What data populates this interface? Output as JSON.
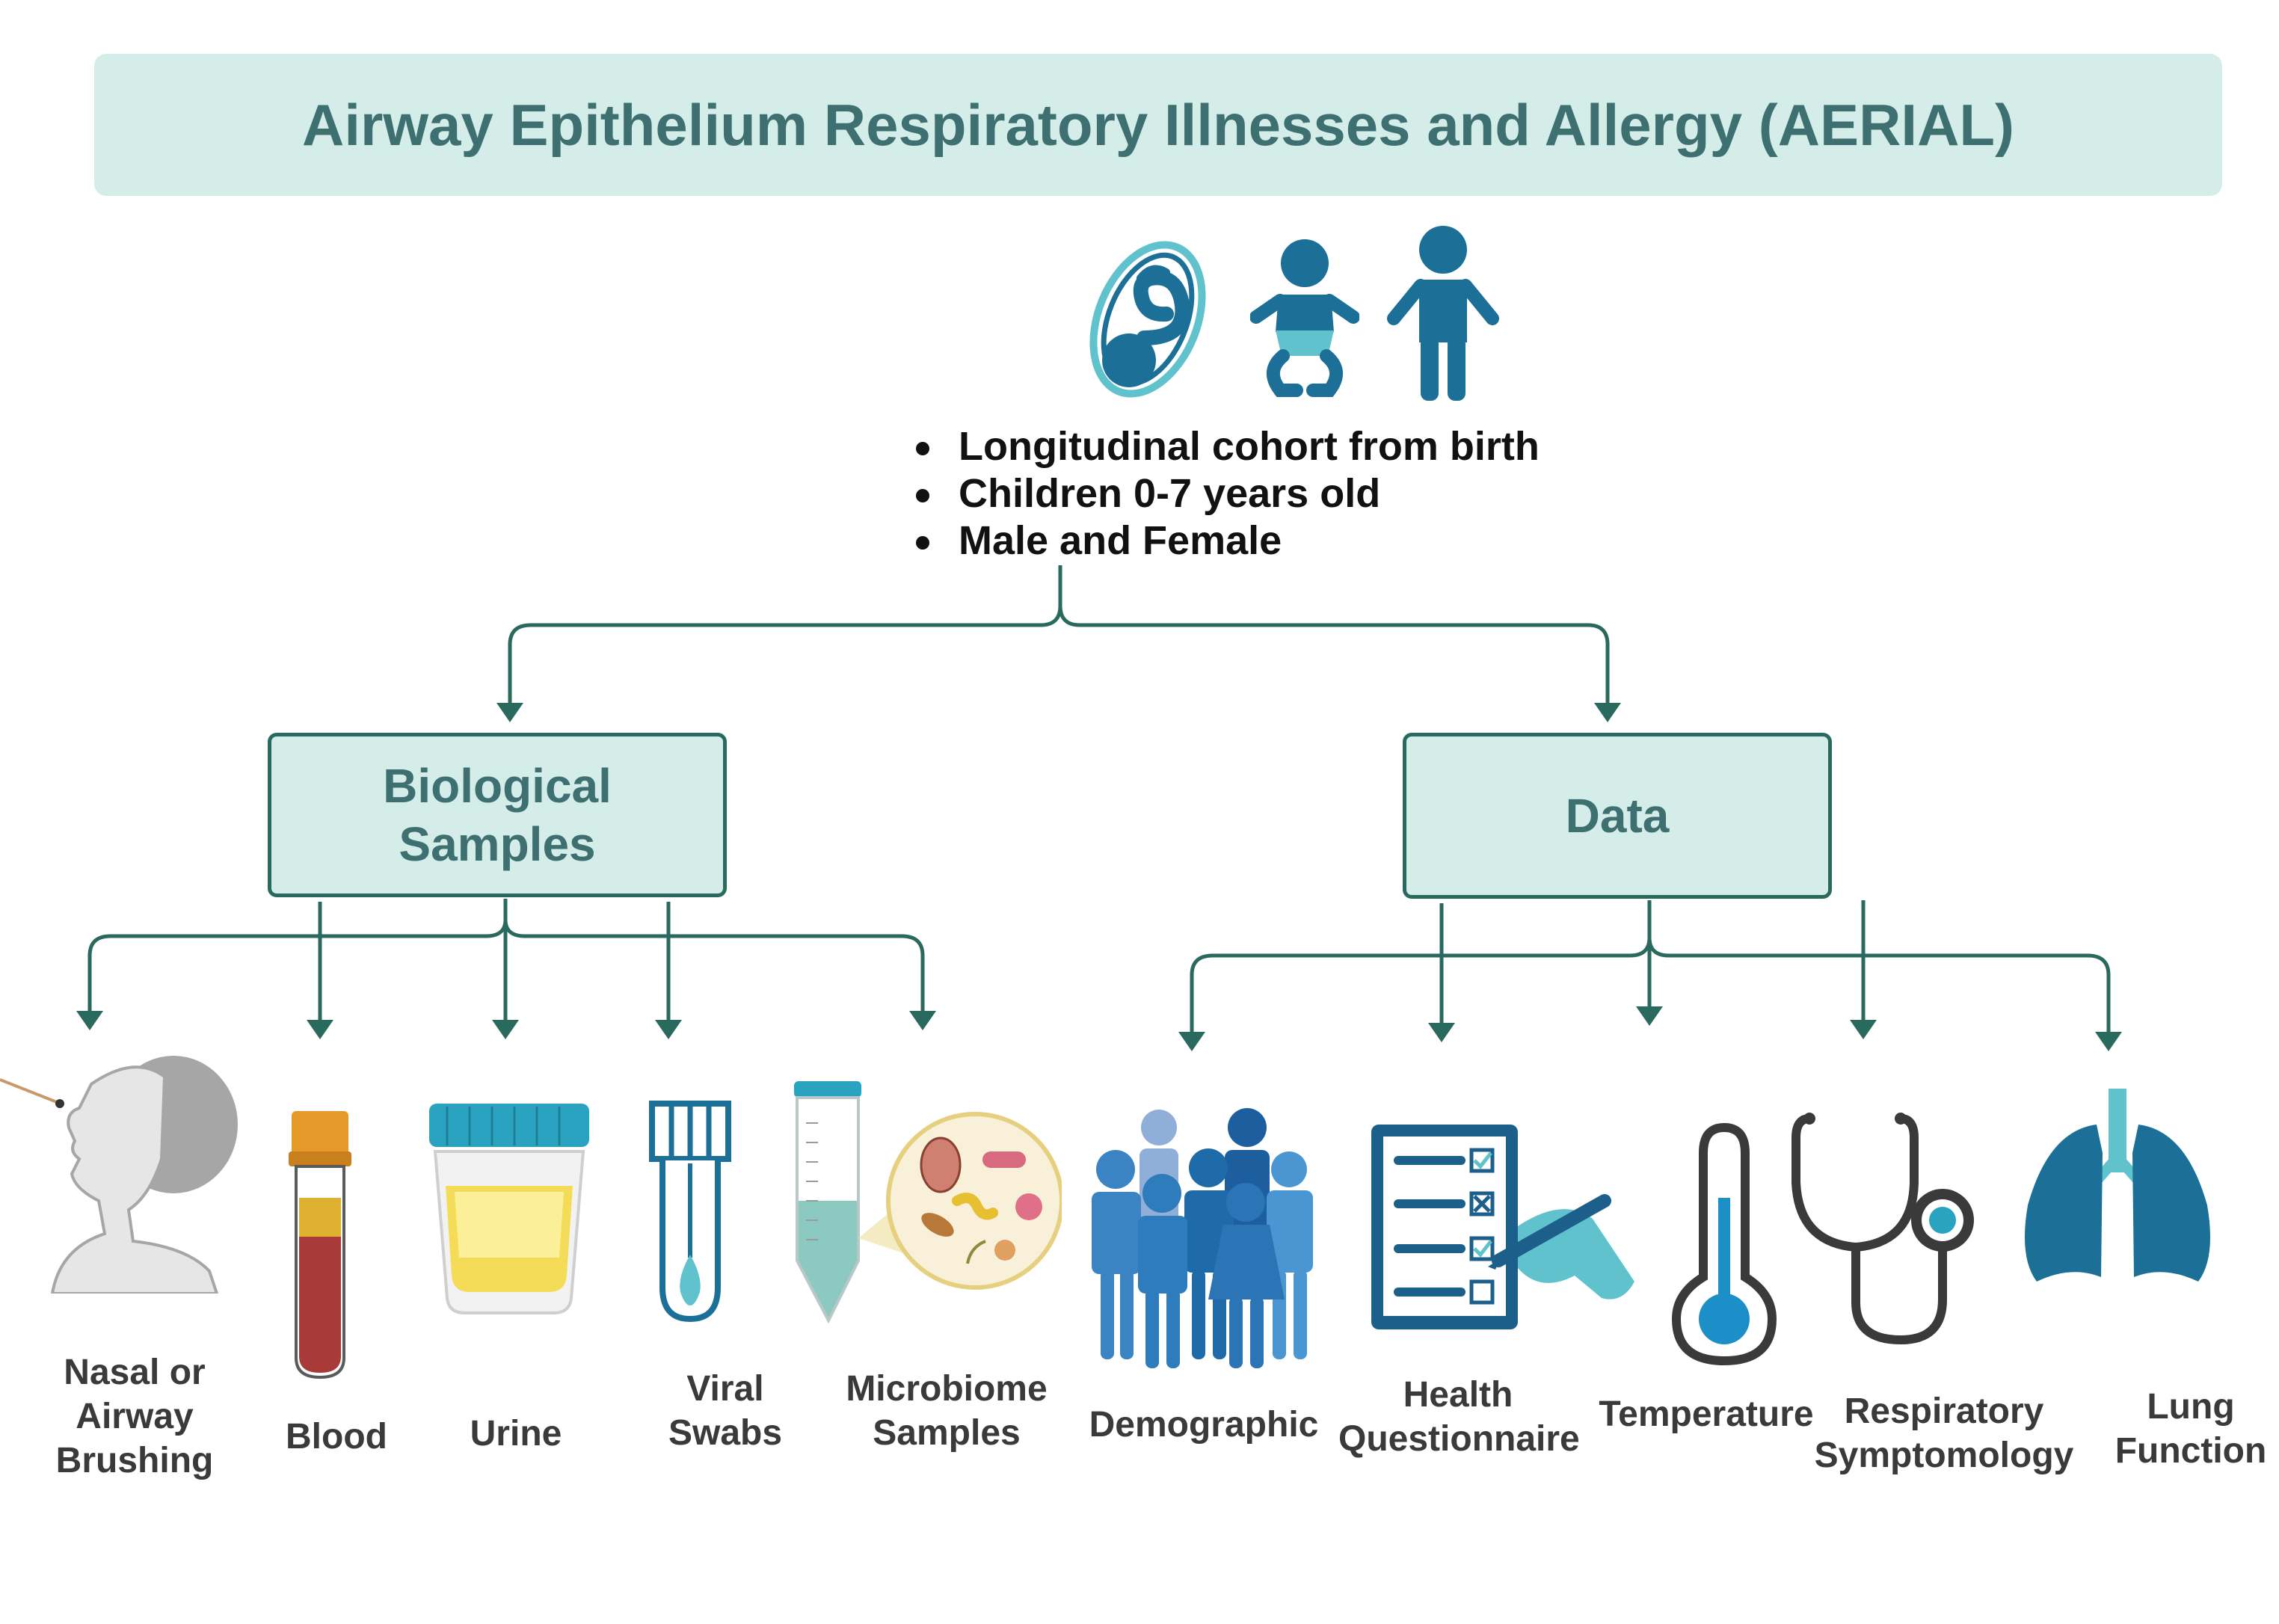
{
  "title": "Airway Epithelium Respiratory Illnesses and Allergy (AERIAL)",
  "cohort_icons": [
    "fetus-icon",
    "baby-icon",
    "child-icon"
  ],
  "cohort_bullets": [
    "Longitudinal cohort from birth",
    "Children 0-7 years old",
    "Male and Female"
  ],
  "branches": {
    "biological": "Biological\nSamples",
    "data": "Data"
  },
  "biological_items": [
    {
      "label": "Nasal or\nAirway\nBrushing",
      "icon": "nasal-brushing-icon"
    },
    {
      "label": "Blood",
      "icon": "blood-tube-icon"
    },
    {
      "label": "Urine",
      "icon": "urine-cup-icon"
    },
    {
      "label": "Viral\nSwabs",
      "icon": "swab-tube-icon"
    },
    {
      "label": "Microbiome\nSamples",
      "icon": "microbiome-icon"
    }
  ],
  "data_items": [
    {
      "label": "Demographic",
      "icon": "people-group-icon"
    },
    {
      "label": "Health\nQuestionnaire",
      "icon": "questionnaire-icon"
    },
    {
      "label": "Temperature",
      "icon": "thermometer-icon"
    },
    {
      "label": "Respiratory\nSymptomology",
      "icon": "stethoscope-icon"
    },
    {
      "label": "Lung\nFunction",
      "icon": "lungs-icon"
    }
  ],
  "colors": {
    "banner": "#d4ede9",
    "title_text": "#3e7072",
    "connector": "#2a6a5e",
    "icon_blue": "#1c6f96",
    "icon_teal": "#5fc2cd"
  }
}
